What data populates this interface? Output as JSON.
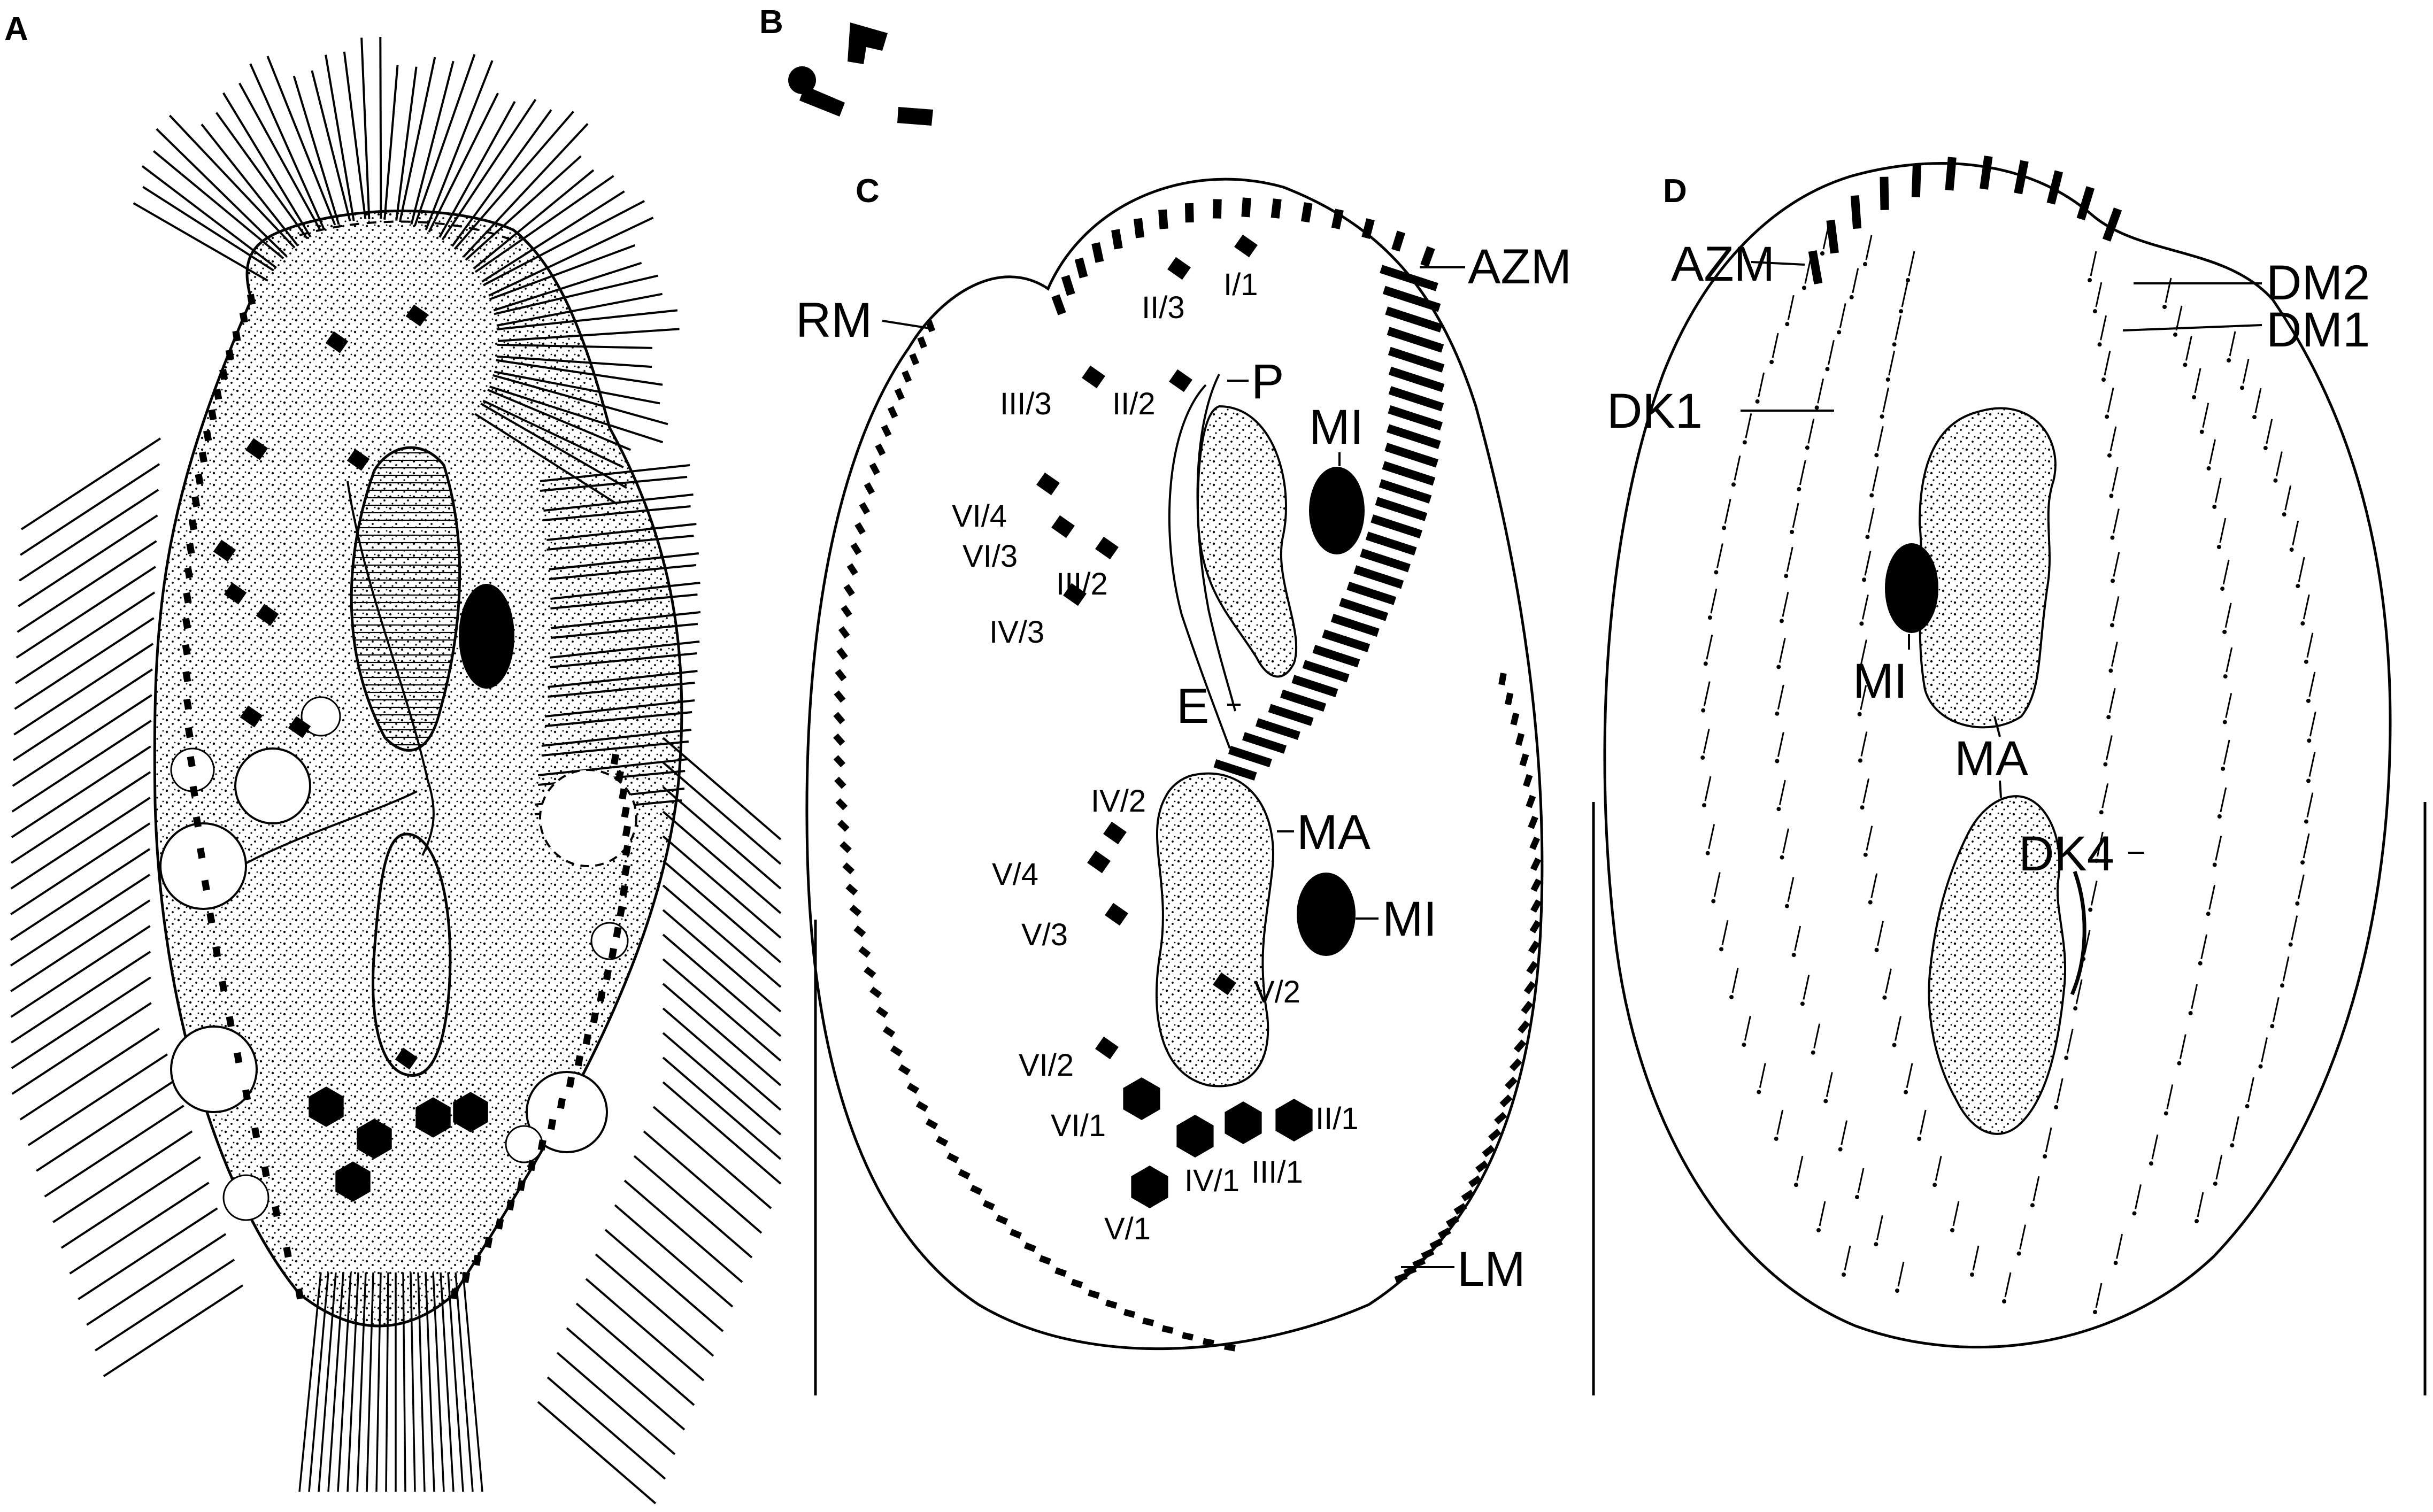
{
  "figure": {
    "panels": {
      "a": "A",
      "b": "B",
      "c": "C",
      "d": "D"
    },
    "panel_c": {
      "structures": {
        "azm": "AZM",
        "rm": "RM",
        "p": "P",
        "mi_upper": "MI",
        "e": "E",
        "ma": "MA",
        "mi_lower": "MI",
        "lm": "LM"
      },
      "cirri": {
        "i_1": "I/1",
        "ii_3": "II/3",
        "iii_3": "III/3",
        "ii_2": "II/2",
        "vi_4": "VI/4",
        "vi_3": "VI/3",
        "iii_2": "III/2",
        "iv_3": "IV/3",
        "iv_2": "IV/2",
        "v_4": "V/4",
        "v_3": "V/3",
        "v_2": "V/2",
        "vi_2": "VI/2",
        "vi_1": "VI/1",
        "ii_1": "II/1",
        "iv_1": "IV/1",
        "iii_1": "III/1",
        "v_1": "V/1"
      }
    },
    "panel_d": {
      "structures": {
        "azm": "AZM",
        "dm2": "DM2",
        "dm1": "DM1",
        "dk1": "DK1",
        "mi": "MI",
        "ma": "MA",
        "dk4": "DK4"
      }
    }
  }
}
